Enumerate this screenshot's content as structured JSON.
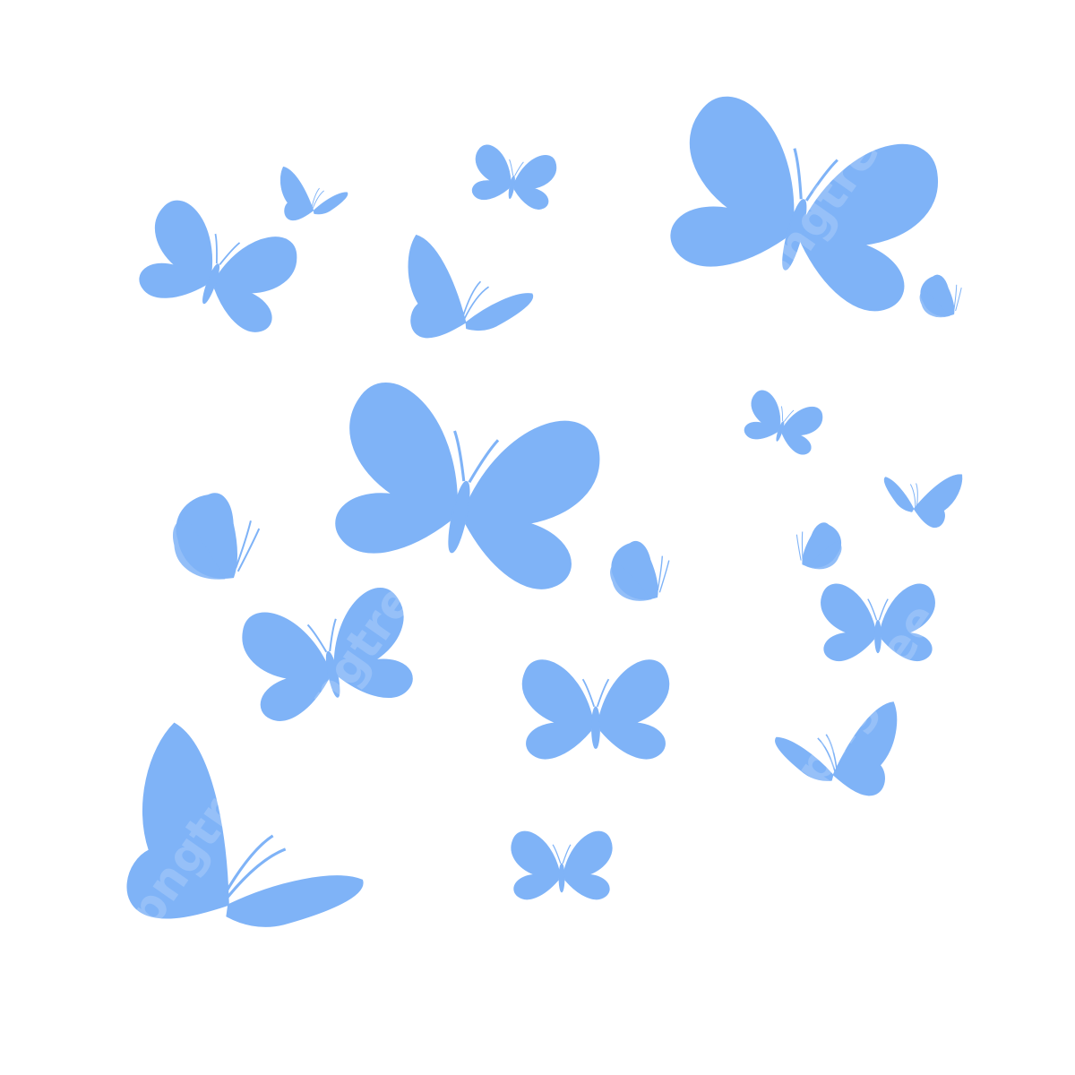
{
  "image": {
    "subject": "butterflies",
    "background_color": "#ffffff",
    "palette": {
      "butterfly": "#7fb3f7",
      "butterfly_shade": "#66a2ef",
      "antenna": "#7fb3f7"
    },
    "watermark_text": [
      "pngtree",
      "pngtree",
      "pngtree",
      "pngtree"
    ]
  }
}
